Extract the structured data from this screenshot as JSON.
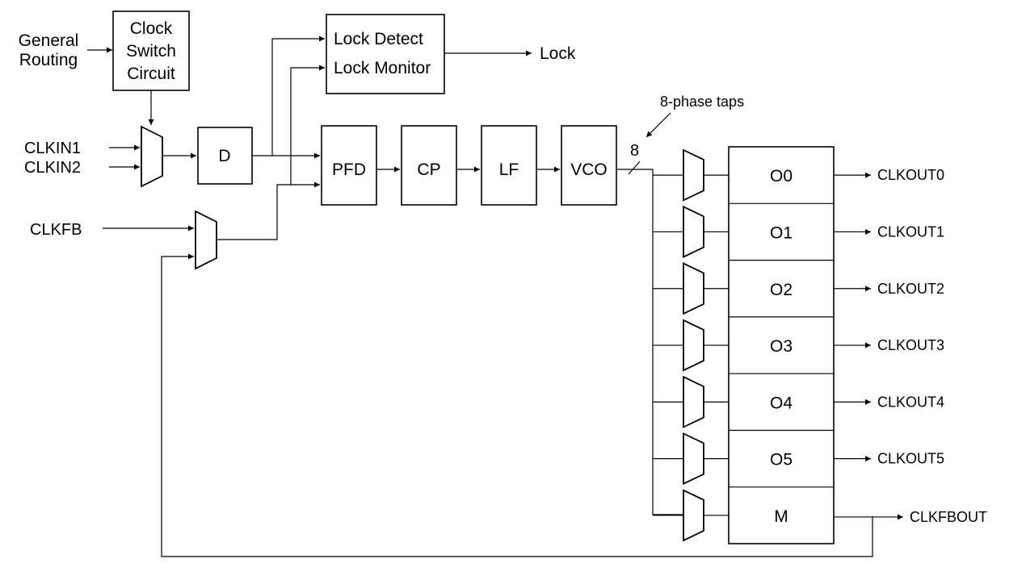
{
  "inputs": {
    "general_routing": [
      "General",
      "Routing"
    ],
    "clkin1": "CLKIN1",
    "clkin2": "CLKIN2",
    "clkfb": "CLKFB"
  },
  "blocks": {
    "clock_switch": [
      "Clock",
      "Switch",
      "Circuit"
    ],
    "divider": "D",
    "lock_detect": "Lock Detect",
    "lock_monitor": "Lock Monitor",
    "pfd": "PFD",
    "cp": "CP",
    "lf": "LF",
    "vco": "VCO"
  },
  "lock_output": "Lock",
  "taps": {
    "annotation": "8-phase taps",
    "bus_width": "8"
  },
  "counters": [
    "O0",
    "O1",
    "O2",
    "O3",
    "O4",
    "O5",
    "M"
  ],
  "outputs": [
    "CLKOUT0",
    "CLKOUT1",
    "CLKOUT2",
    "CLKOUT3",
    "CLKOUT4",
    "CLKOUT5",
    "CLKFBOUT"
  ]
}
